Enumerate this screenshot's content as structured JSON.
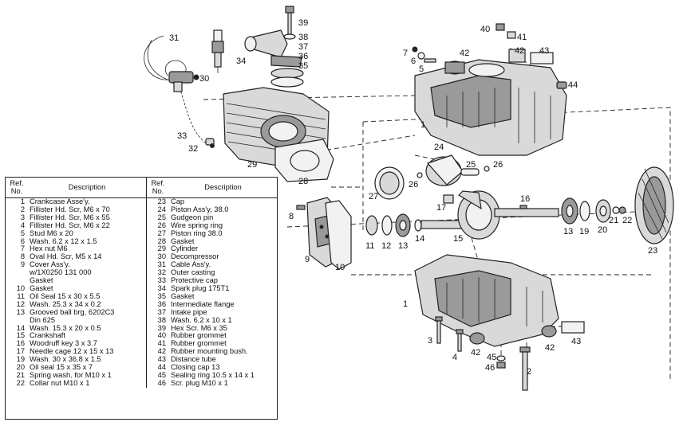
{
  "legend": {
    "ref_header": "Ref. No.",
    "desc_header": "Description",
    "left": [
      {
        "ref": "1",
        "desc": "Crankcase Asse'y."
      },
      {
        "ref": "2",
        "desc": "Fillister Hd. Scr, M6 x 70"
      },
      {
        "ref": "3",
        "desc": "Fillister Hd. Scr, M6 x 55"
      },
      {
        "ref": "4",
        "desc": "Fillister Hd. Scr, M6 x 22"
      },
      {
        "ref": "5",
        "desc": "Stud M6 x 20"
      },
      {
        "ref": "6",
        "desc": "Wash. 6.2 x 12 x 1.5"
      },
      {
        "ref": "7",
        "desc": "Hex nut M6"
      },
      {
        "ref": "8",
        "desc": "Oval Hd. Scr, M5 x 14"
      },
      {
        "ref": "9",
        "desc": "Cover Ass'y."
      },
      {
        "ref": "",
        "desc": "w/1X0250 131 000"
      },
      {
        "ref": "",
        "desc": "Gasket"
      },
      {
        "ref": "10",
        "desc": "Gasket"
      },
      {
        "ref": "11",
        "desc": "Oil Seal 15 x 30 x 5.5"
      },
      {
        "ref": "12",
        "desc": "Wash. 25.3 x 34 x 0.2"
      },
      {
        "ref": "13",
        "desc": "Grooved ball brg, 6202C3"
      },
      {
        "ref": "",
        "desc": "Din 625"
      },
      {
        "ref": "14",
        "desc": "Wash. 15.3 x 20 x 0.5"
      },
      {
        "ref": "15",
        "desc": "Crankshaft"
      },
      {
        "ref": "16",
        "desc": "Woodruff key 3 x 3.7"
      },
      {
        "ref": "17",
        "desc": "Needle cage 12 x 15 x 13"
      },
      {
        "ref": "19",
        "desc": "Wash. 30 x 36.8 x 1.5"
      },
      {
        "ref": "20",
        "desc": "Oil seal 15 x 35 x 7"
      },
      {
        "ref": "21",
        "desc": "Spring wash. for M10 x 1"
      },
      {
        "ref": "22",
        "desc": "Collar nut M10 x 1"
      }
    ],
    "right": [
      {
        "ref": "23",
        "desc": "Cap"
      },
      {
        "ref": "24",
        "desc": "Piston Ass'y, 38.0"
      },
      {
        "ref": "25",
        "desc": "Gudgeon pin"
      },
      {
        "ref": "26",
        "desc": "Wire spring ring"
      },
      {
        "ref": "27",
        "desc": "Piston ring 38.0"
      },
      {
        "ref": "28",
        "desc": "Gasket"
      },
      {
        "ref": "29",
        "desc": "Cylinder"
      },
      {
        "ref": "30",
        "desc": "Decompressor"
      },
      {
        "ref": "31",
        "desc": "Cable Ass'y."
      },
      {
        "ref": "32",
        "desc": "Outer casting"
      },
      {
        "ref": "33",
        "desc": "Protective cap"
      },
      {
        "ref": "34",
        "desc": "Spark plug 175T1"
      },
      {
        "ref": "35",
        "desc": "Gasket"
      },
      {
        "ref": "36",
        "desc": "Intermediate flange"
      },
      {
        "ref": "37",
        "desc": "Intake pipe"
      },
      {
        "ref": "38",
        "desc": "Wash. 6.2 x 10 x 1"
      },
      {
        "ref": "39",
        "desc": "Hex Scr. M6 x 35"
      },
      {
        "ref": "40",
        "desc": "Rubber grommet"
      },
      {
        "ref": "41",
        "desc": "Rubber grommet"
      },
      {
        "ref": "42",
        "desc": "Rubber mounting bush."
      },
      {
        "ref": "43",
        "desc": "Distance tube"
      },
      {
        "ref": "44",
        "desc": "Closing cap 13"
      },
      {
        "ref": "45",
        "desc": "Sealing ring 10.5 x 14 x 1"
      },
      {
        "ref": "46",
        "desc": "Scr. plug M10 x 1"
      }
    ]
  },
  "callouts": [
    {
      "num": "31"
    },
    {
      "num": "34"
    },
    {
      "num": "30"
    },
    {
      "num": "39"
    },
    {
      "num": "38"
    },
    {
      "num": "37"
    },
    {
      "num": "36"
    },
    {
      "num": "35"
    },
    {
      "num": "33"
    },
    {
      "num": "32"
    },
    {
      "num": "29"
    },
    {
      "num": "28"
    },
    {
      "num": "40"
    },
    {
      "num": "41"
    },
    {
      "num": "42"
    },
    {
      "num": "43"
    },
    {
      "num": "42"
    },
    {
      "num": "7"
    },
    {
      "num": "6"
    },
    {
      "num": "5"
    },
    {
      "num": "44"
    },
    {
      "num": "1"
    },
    {
      "num": "24"
    },
    {
      "num": "25"
    },
    {
      "num": "26"
    },
    {
      "num": "26"
    },
    {
      "num": "27"
    },
    {
      "num": "16"
    },
    {
      "num": "17"
    },
    {
      "num": "8"
    },
    {
      "num": "9"
    },
    {
      "num": "10"
    },
    {
      "num": "11"
    },
    {
      "num": "12"
    },
    {
      "num": "13"
    },
    {
      "num": "14"
    },
    {
      "num": "15"
    },
    {
      "num": "13"
    },
    {
      "num": "19"
    },
    {
      "num": "20"
    },
    {
      "num": "21"
    },
    {
      "num": "22"
    },
    {
      "num": "23"
    },
    {
      "num": "1"
    },
    {
      "num": "3"
    },
    {
      "num": "4"
    },
    {
      "num": "42"
    },
    {
      "num": "45"
    },
    {
      "num": "46"
    },
    {
      "num": "2"
    },
    {
      "num": "42"
    },
    {
      "num": "43"
    }
  ]
}
